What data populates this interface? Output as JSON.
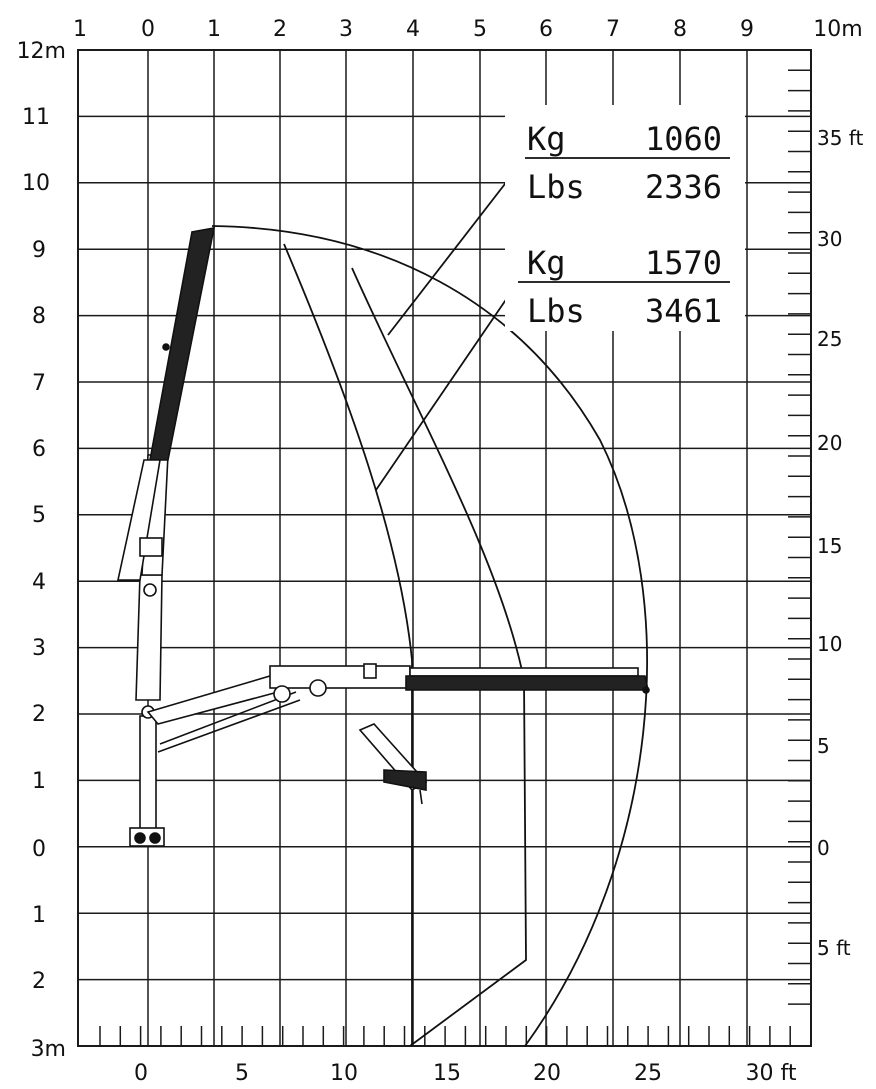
{
  "top_axis": {
    "labels": [
      "1",
      "0",
      "1",
      "2",
      "3",
      "4",
      "5",
      "6",
      "7",
      "8",
      "9",
      "10m"
    ]
  },
  "left_axis": {
    "labels": [
      "12m",
      "11",
      "10",
      "9",
      "8",
      "7",
      "6",
      "5",
      "4",
      "3",
      "2",
      "1",
      "0",
      "1",
      "2",
      "3m"
    ]
  },
  "bottom_axis": {
    "labels": [
      "0",
      "5",
      "10",
      "15",
      "20",
      "25",
      "30 ft"
    ]
  },
  "right_axis": {
    "labels": [
      "35 ft",
      "30",
      "25",
      "20",
      "15",
      "10",
      "5",
      "0",
      "5 ft"
    ]
  },
  "load_labels": [
    {
      "kg_unit": "Kg",
      "kg_value": "1060",
      "lbs_unit": "Lbs",
      "lbs_value": "2336"
    },
    {
      "kg_unit": "Kg",
      "kg_value": "1570",
      "lbs_unit": "Lbs",
      "lbs_value": "3461"
    }
  ],
  "colors": {
    "ink": "#111111",
    "grid": "#1a1a1a",
    "boom_fill": "#222222"
  }
}
